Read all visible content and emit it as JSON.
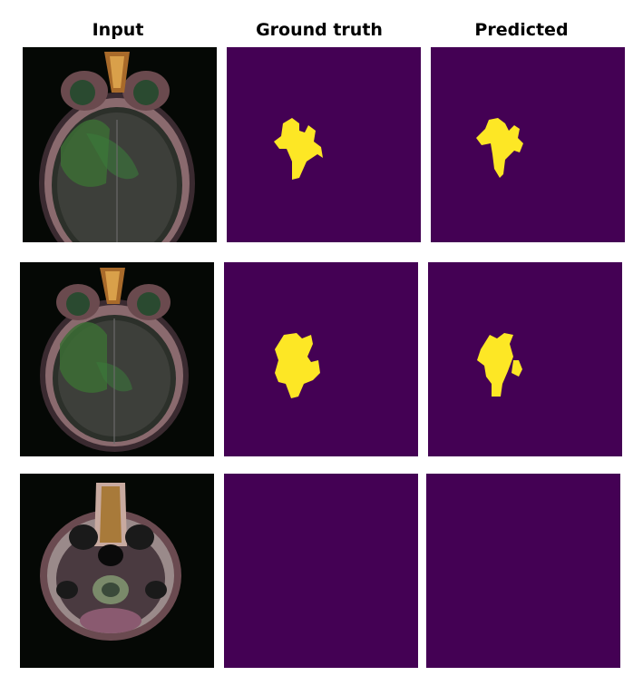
{
  "columns": {
    "input": "Input",
    "ground_truth": "Ground truth",
    "predicted": "Predicted"
  },
  "colors": {
    "background": "#440154",
    "mask": "#fde725",
    "scan_bg": "#050805"
  },
  "rows": [
    {
      "type": "axial-mri-scan-with-tumor",
      "ground_truth_mask": true,
      "predicted_mask": true
    },
    {
      "type": "axial-mri-scan-with-tumor",
      "ground_truth_mask": true,
      "predicted_mask": true
    },
    {
      "type": "axial-mri-scan-skull-base",
      "ground_truth_mask": false,
      "predicted_mask": false
    }
  ]
}
